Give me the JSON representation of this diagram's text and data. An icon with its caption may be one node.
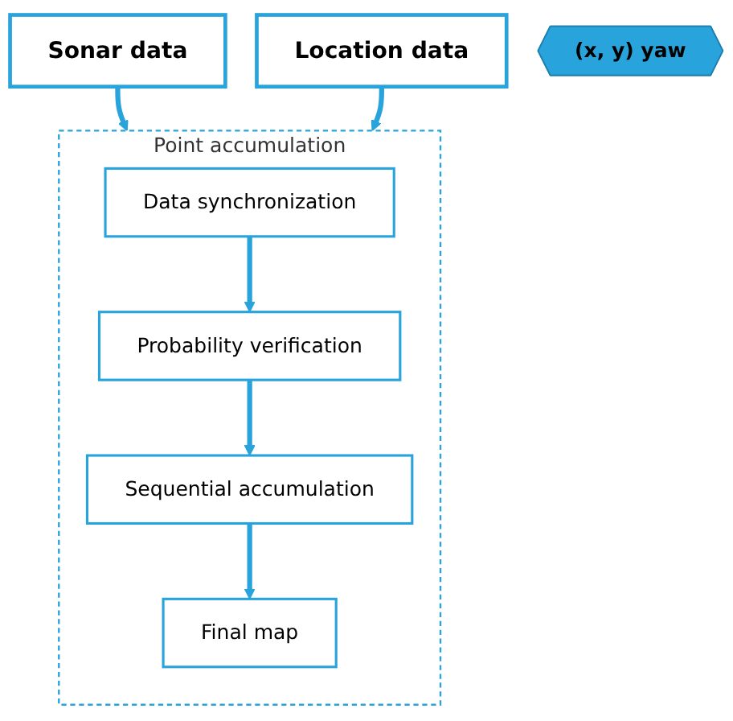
{
  "diagram": {
    "nodes": [
      {
        "text": [
          "Sonar data"
        ]
      },
      {
        "text": [
          "Location data"
        ]
      },
      {
        "text": [
          "(x, y) yaw"
        ]
      },
      {
        "text": [
          "Point accumulation"
        ]
      },
      {
        "text": [
          "Data synchronization"
        ],
        "in": 3
      },
      {
        "text": [
          "Probability verification"
        ],
        "in": 3
      },
      {
        "text": [
          "Sequential accumulation"
        ],
        "in": 3
      },
      {
        "text": [
          "Final map"
        ],
        "in": 3
      }
    ],
    "edges": [
      {
        "from": 0,
        "to": 3,
        "arrow": "to"
      },
      {
        "from": 1,
        "to": 3,
        "arrow": "to"
      },
      {
        "from": 4,
        "to": 5,
        "arrow": "to"
      },
      {
        "from": 5,
        "to": 6,
        "arrow": "to"
      },
      {
        "from": 6,
        "to": 7,
        "arrow": "to"
      }
    ]
  }
}
